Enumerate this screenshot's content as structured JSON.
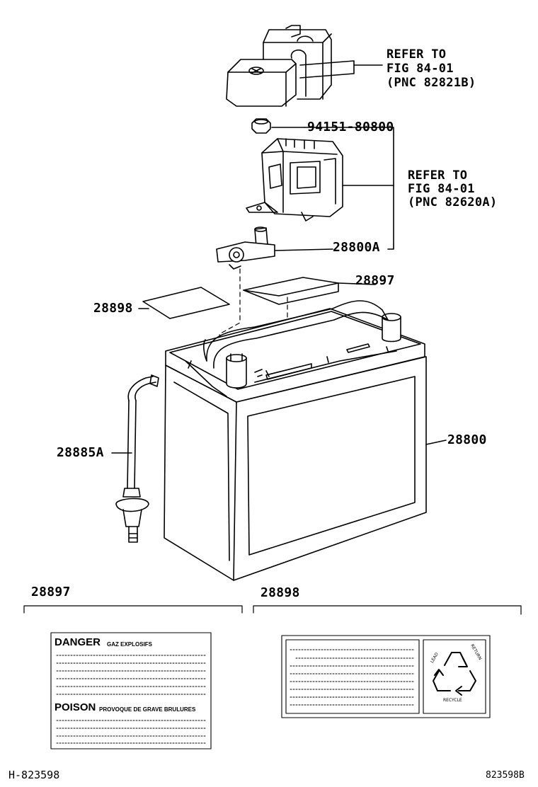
{
  "callouts": {
    "relay_ref": {
      "line1": "REFER TO",
      "line2": "FIG 84-01",
      "line3": "(PNC 82821B)"
    },
    "bolt": "94151-80800",
    "fuse_ref": {
      "line1": "REFER TO",
      "line2": "FIG 84-01",
      "line3": "(PNC 82620A)"
    },
    "terminal": "28800A",
    "label_right": "28897",
    "label_left": "28898",
    "battery": "28800",
    "vent_tube": "28885A"
  },
  "detail_headings": {
    "left": "28897",
    "right": "28898"
  },
  "danger_label": {
    "danger_word": "DANGER",
    "danger_text": "GAZ EXPLOSIFS",
    "poison_word": "POISON",
    "poison_text": "PROVOQUE DE GRAVE BRULURES"
  },
  "recycle_label": {
    "top_left": "LEAD",
    "top_right": "RETURN",
    "bottom": "RECYCLE"
  },
  "footer": {
    "left": "H-823598",
    "right": "823598B"
  }
}
